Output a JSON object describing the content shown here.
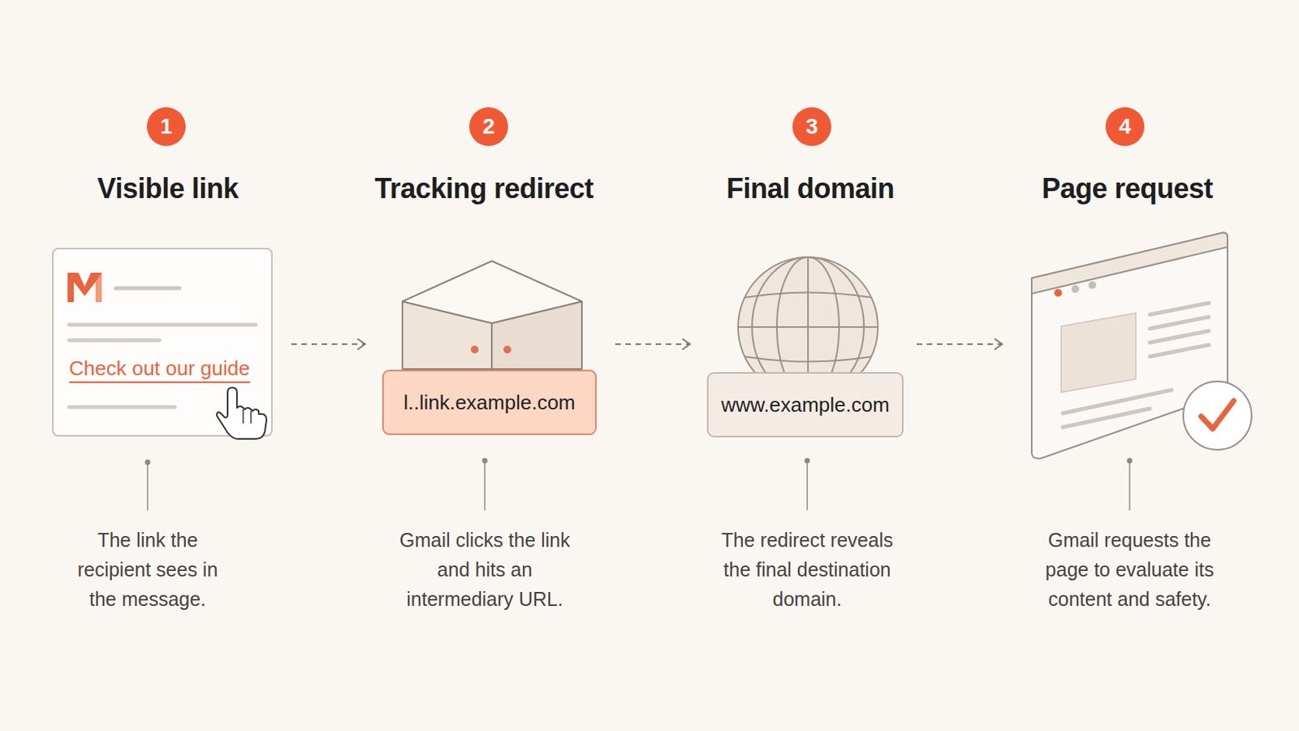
{
  "diagram": {
    "nodes": [
      {
        "text": [
          "1"
        ]
      },
      {
        "text": [
          "Check out our guide"
        ]
      },
      {
        "text": [
          "2"
        ]
      },
      {
        "text": [
          "l..link.example.com"
        ]
      },
      {
        "text": [
          "3"
        ]
      },
      {
        "text": [
          "www.example.com"
        ]
      },
      {
        "text": [
          "4"
        ]
      }
    ],
    "edges": [
      {
        "from": 1,
        "to": 3,
        "arrow": "to"
      },
      {
        "from": 3,
        "to": 5,
        "arrow": "to"
      }
    ],
    "labels": [
      "Visible link",
      "The link the recipient sees in the message.",
      "Tracking redirect",
      "Gmail clicks the link and hits an intermediary URL.",
      "Final domain",
      "The redirect reveals the final destination domain.",
      "Page request",
      "Gmail requests the page to evaluate its content and safety."
    ]
  }
}
